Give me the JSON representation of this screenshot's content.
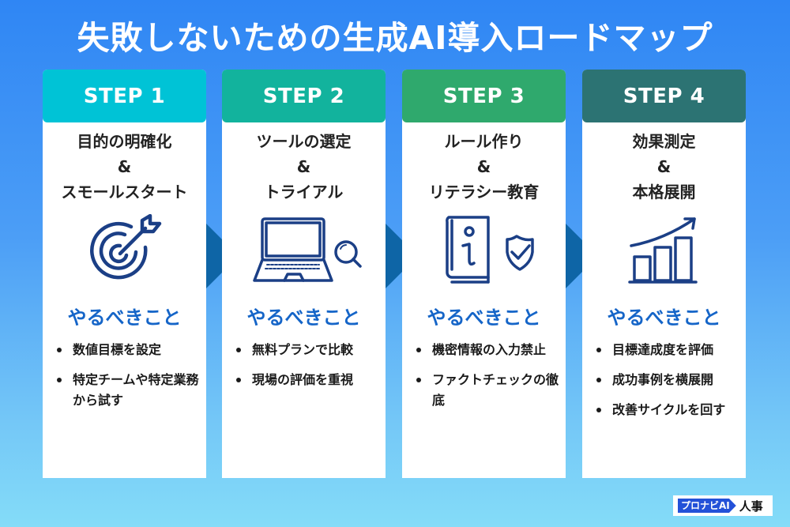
{
  "title": "失敗しないための生成AI導入ロードマップ",
  "todo_label": "やるべきこと",
  "colors": {
    "step1": "#00c3d6",
    "step2": "#12b39d",
    "step3": "#2fa96d",
    "step4": "#2c7373",
    "accent_text": "#1565c8",
    "arrow": "#0e65a6",
    "icon": "#1b3f86"
  },
  "steps": [
    {
      "label": "STEP 1",
      "title_lines": [
        "目的の明確化",
        "&",
        "スモールスタート"
      ],
      "icon": "target-arrow-icon",
      "todos": [
        "数値目標を設定",
        "特定チームや特定業務から試す"
      ]
    },
    {
      "label": "STEP 2",
      "title_lines": [
        "ツールの選定",
        "&",
        "トライアル"
      ],
      "icon": "laptop-search-icon",
      "todos": [
        "無料プランで比較",
        "現場の評価を重視"
      ]
    },
    {
      "label": "STEP 3",
      "title_lines": [
        "ルール作り",
        "&",
        "リテラシー教育"
      ],
      "icon": "info-book-shield-icon",
      "todos": [
        "機密情報の入力禁止",
        "ファクトチェックの徹底"
      ]
    },
    {
      "label": "STEP 4",
      "title_lines": [
        "効果測定",
        "&",
        "本格展開"
      ],
      "icon": "growth-chart-icon",
      "todos": [
        "目標達成度を評価",
        "成功事例を横展開",
        "改善サイクルを回す"
      ]
    }
  ],
  "brand": {
    "tag": "プロナビAI",
    "text": "人事"
  }
}
